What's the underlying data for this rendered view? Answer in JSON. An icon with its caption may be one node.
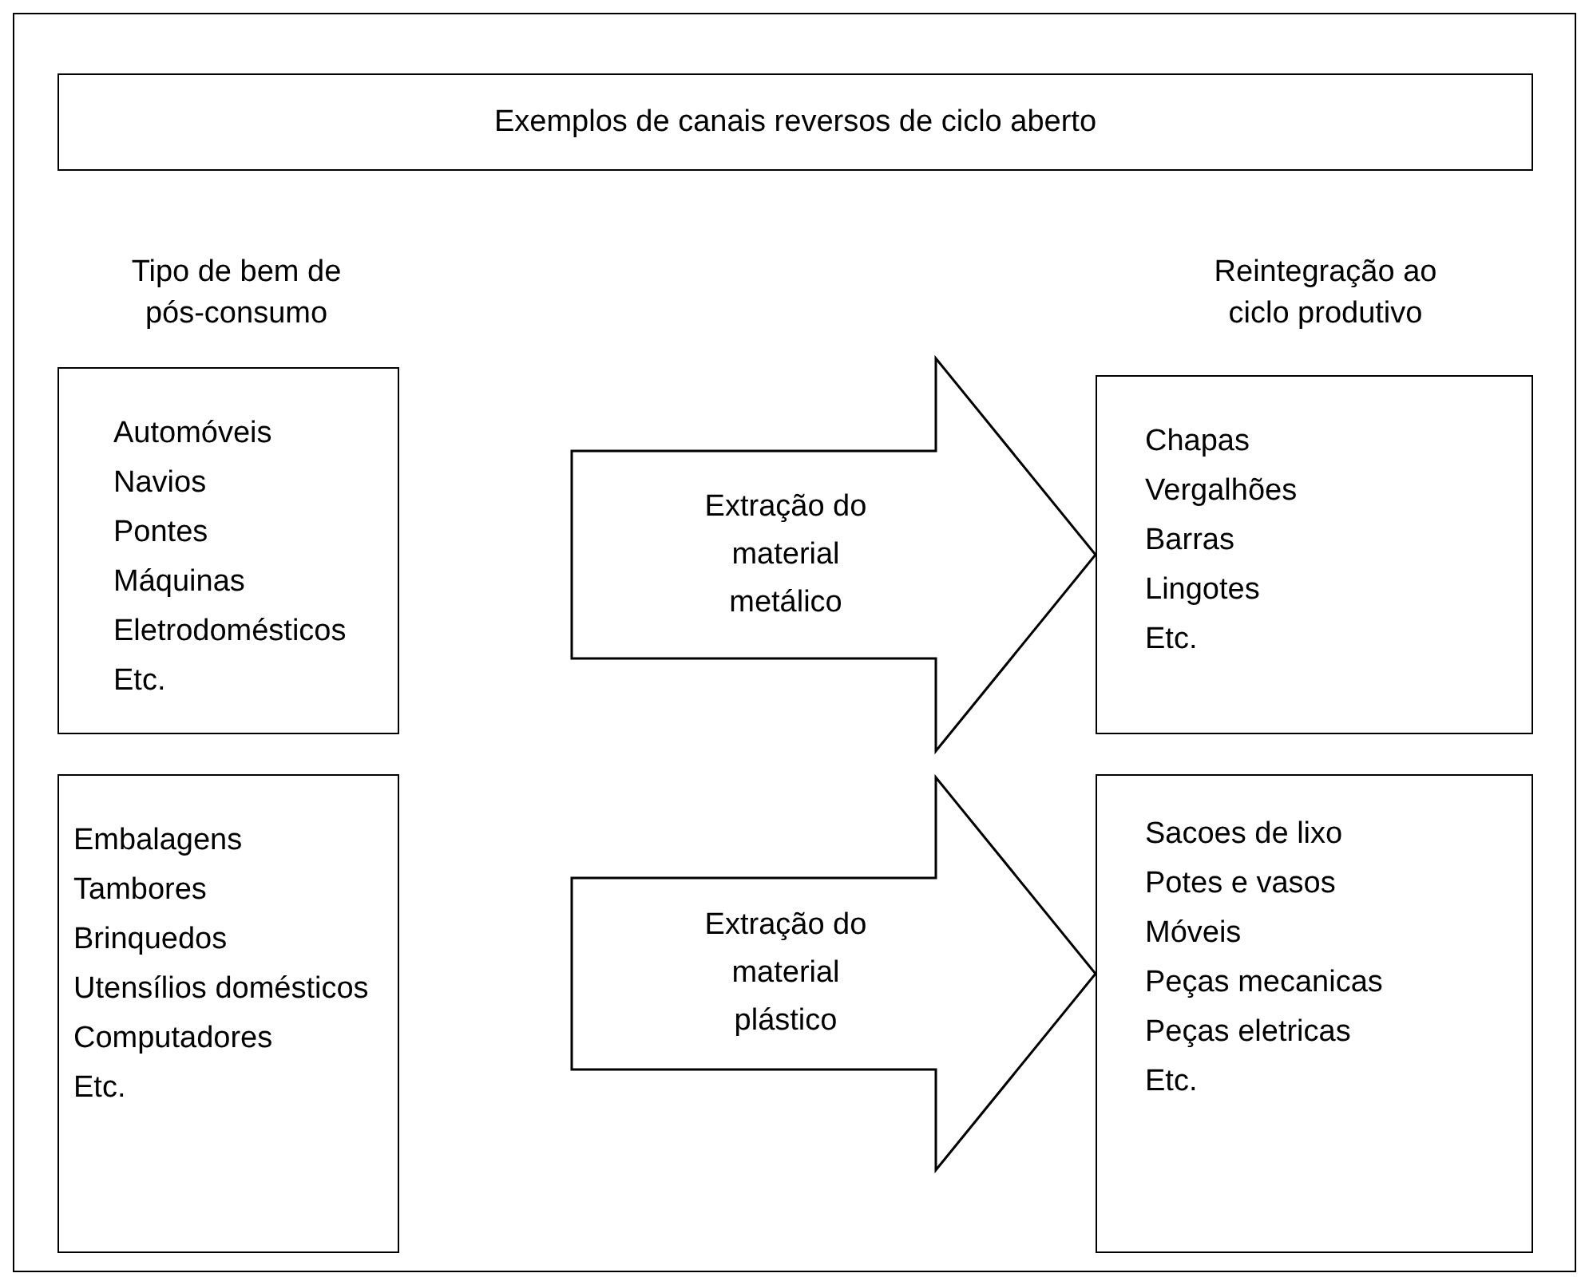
{
  "diagram": {
    "title": "Exemplos de canais reversos de ciclo aberto",
    "nodes": [
      {
        "text": [
          "Automóveis",
          "Navios",
          "Pontes",
          "Máquinas",
          "Eletrodomésticos",
          "Etc."
        ]
      },
      {
        "text": [
          "Chapas",
          "Vergalhões",
          "Barras",
          "Lingotes",
          "Etc."
        ]
      },
      {
        "text": [
          "Embalagens",
          "Tambores",
          "Brinquedos",
          "Utensílios domésticos",
          "Computadores",
          "Etc."
        ]
      },
      {
        "text": [
          "Sacoes de lixo",
          "Potes e vasos",
          "Móveis",
          "Peças mecanicas",
          "Peças eletricas",
          "Etc."
        ]
      }
    ],
    "edges": [
      {
        "from": 0,
        "to": 1,
        "arrow": "to",
        "label": "Extração do material metálico",
        "style": "thick"
      },
      {
        "from": 2,
        "to": 3,
        "arrow": "to",
        "label": "Extração do material plástico",
        "style": "thick"
      }
    ],
    "labels": [
      "Tipo de bem de pós-consumo",
      "Reintegração ao ciclo produtivo"
    ]
  }
}
